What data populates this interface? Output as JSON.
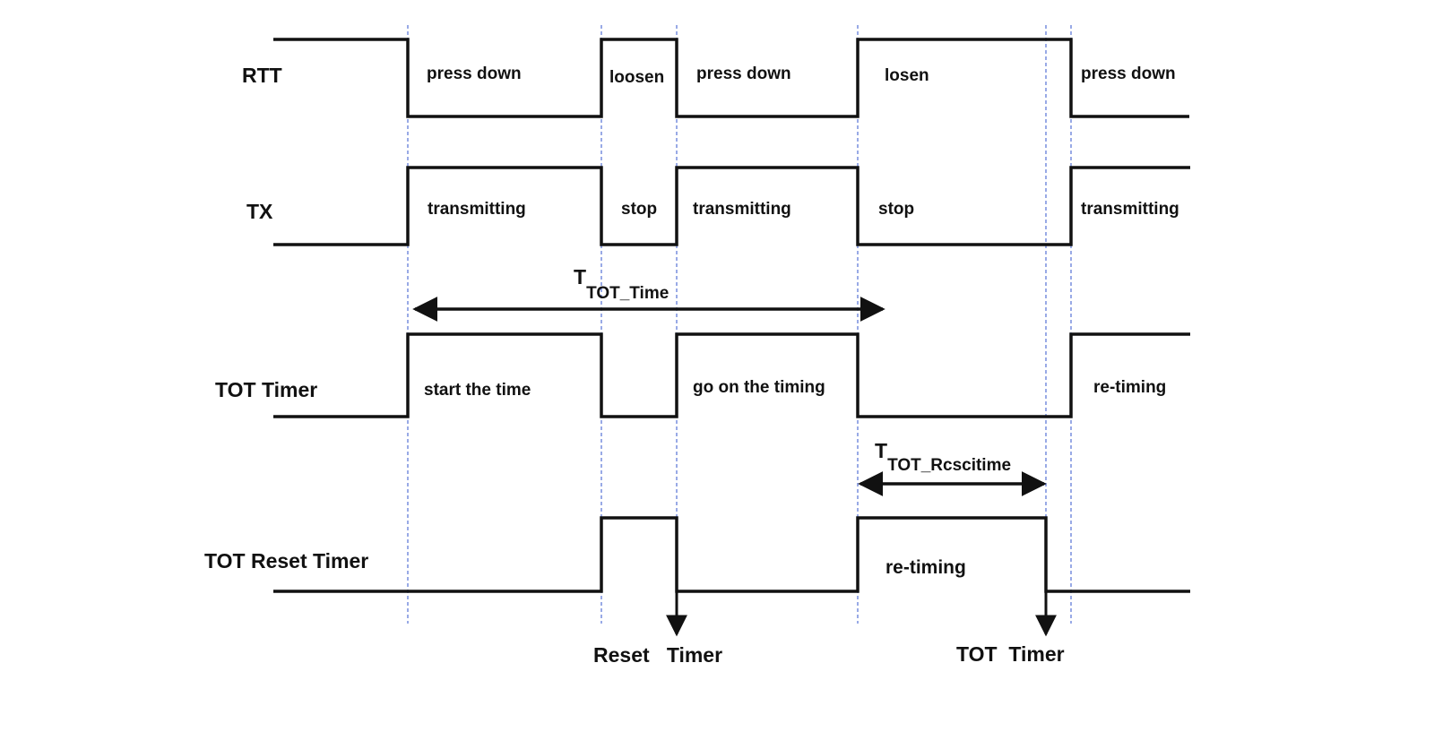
{
  "colors": {
    "signal": "#111111",
    "guide": "#3355cc"
  },
  "signals": [
    {
      "id": "rtt",
      "label": "RTT",
      "levels": [
        1,
        0,
        1,
        0,
        1,
        0
      ],
      "states": [
        "press down",
        "loosen",
        "press down",
        "losen",
        "press down"
      ]
    },
    {
      "id": "tx",
      "label": "TX",
      "levels": [
        0,
        1,
        0,
        1,
        0,
        1
      ],
      "states": [
        "transmitting",
        "stop",
        "transmitting",
        "stop",
        "transmitting"
      ]
    },
    {
      "id": "tot_timer",
      "label": "TOT Timer",
      "levels": [
        0,
        1,
        0,
        1,
        0,
        1
      ],
      "states": [
        "start the time",
        "go on the timing",
        "re-timing"
      ]
    },
    {
      "id": "tot_reset_timer",
      "label": "TOT Reset Timer",
      "levels": [
        0,
        1,
        0,
        1,
        0
      ],
      "states": [
        "re-timing"
      ]
    }
  ],
  "intervals": [
    {
      "id": "tot_time",
      "main": "T",
      "sub": "TOT_Time"
    },
    {
      "id": "tot_rcscitime",
      "main": "T",
      "sub": "TOT_Rcscitime"
    }
  ],
  "events": [
    {
      "id": "reset_timer",
      "label": "Reset   Timer"
    },
    {
      "id": "tot_timer_event",
      "label": "TOT  Timer"
    }
  ]
}
